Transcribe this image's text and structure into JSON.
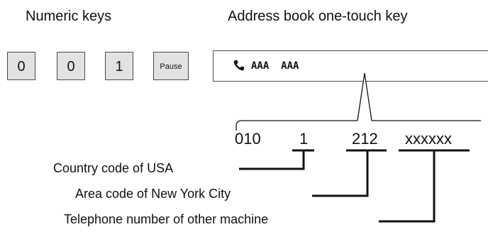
{
  "headings": {
    "numeric_keys": "Numeric keys",
    "address_book": "Address book one-touch key"
  },
  "keypad": {
    "keys": [
      {
        "label": "0",
        "icon": null
      },
      {
        "label": "0",
        "icon": null
      },
      {
        "label": "1",
        "icon": null
      },
      {
        "label": "Pause",
        "icon": null
      }
    ]
  },
  "one_touch_key": {
    "icon": "phone-icon",
    "entry_name": "AAA  AAA"
  },
  "dial_sequence": {
    "prefix": "010",
    "country_code": "1",
    "area_code": "212",
    "number": "xxxxxx"
  },
  "callouts": {
    "country": "Country code of USA",
    "area": "Area code of New York City",
    "phone": "Telephone number of other machine"
  }
}
